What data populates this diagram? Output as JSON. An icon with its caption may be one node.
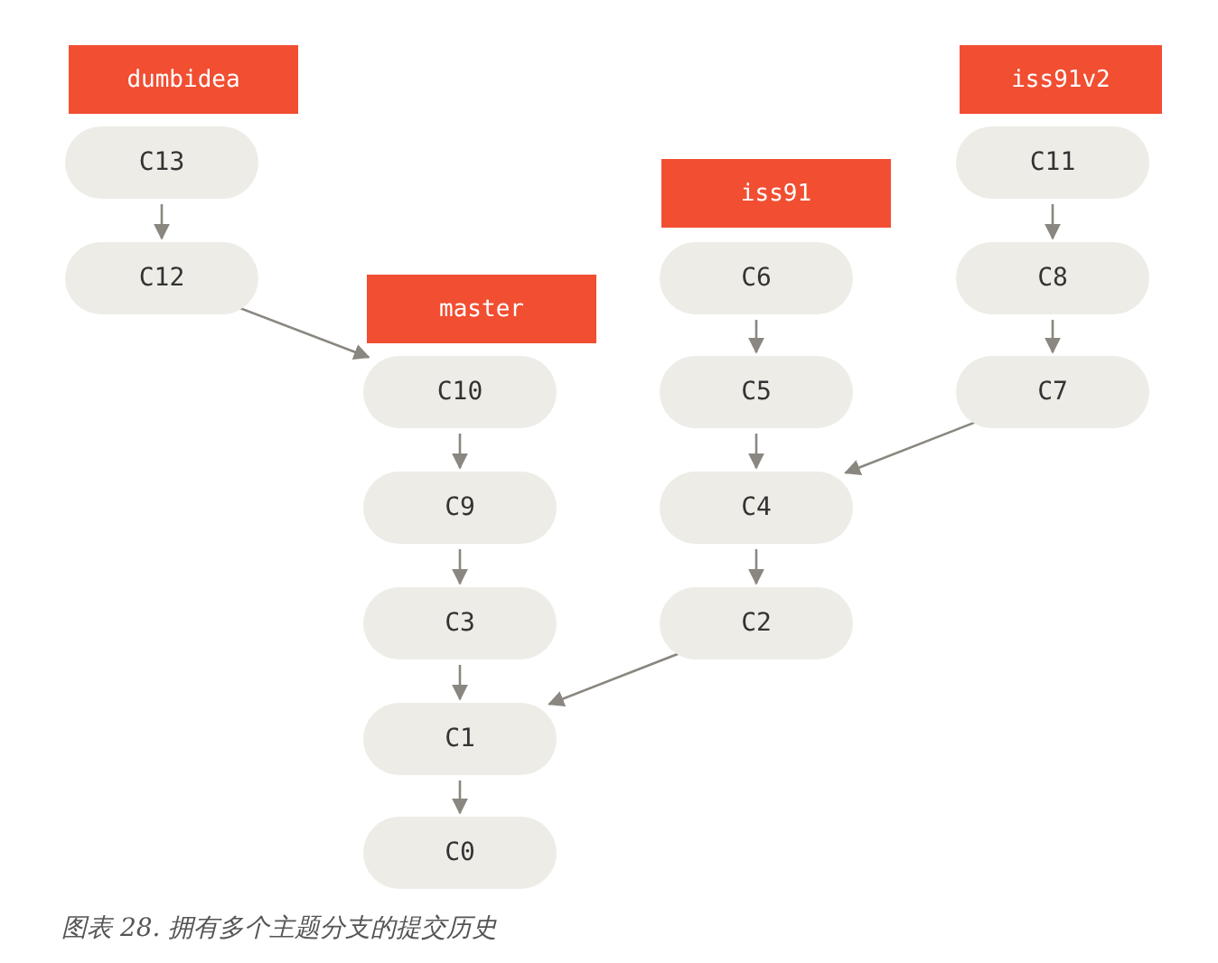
{
  "diagram": {
    "caption": "图表 28. 拥有多个主题分支的提交历史",
    "nodes": [
      {
        "text": [
          "dumbidea"
        ]
      },
      {
        "text": [
          "C13"
        ]
      },
      {
        "text": [
          "C12"
        ]
      },
      {
        "text": [
          "master"
        ]
      },
      {
        "text": [
          "C10"
        ]
      },
      {
        "text": [
          "C9"
        ]
      },
      {
        "text": [
          "C3"
        ]
      },
      {
        "text": [
          "C1"
        ]
      },
      {
        "text": [
          "C0"
        ]
      },
      {
        "text": [
          "iss91"
        ]
      },
      {
        "text": [
          "C6"
        ]
      },
      {
        "text": [
          "C5"
        ]
      },
      {
        "text": [
          "C4"
        ]
      },
      {
        "text": [
          "C2"
        ]
      },
      {
        "text": [
          "iss91v2"
        ]
      },
      {
        "text": [
          "C11"
        ]
      },
      {
        "text": [
          "C8"
        ]
      },
      {
        "text": [
          "C7"
        ]
      }
    ],
    "edges": [
      {
        "from": 1,
        "to": 2,
        "arrow": "to"
      },
      {
        "from": 2,
        "to": 4,
        "arrow": "to"
      },
      {
        "from": 4,
        "to": 5,
        "arrow": "to"
      },
      {
        "from": 5,
        "to": 6,
        "arrow": "to"
      },
      {
        "from": 6,
        "to": 7,
        "arrow": "to"
      },
      {
        "from": 7,
        "to": 8,
        "arrow": "to"
      },
      {
        "from": 10,
        "to": 11,
        "arrow": "to"
      },
      {
        "from": 11,
        "to": 12,
        "arrow": "to"
      },
      {
        "from": 12,
        "to": 13,
        "arrow": "to"
      },
      {
        "from": 13,
        "to": 7,
        "arrow": "to"
      },
      {
        "from": 15,
        "to": 16,
        "arrow": "to"
      },
      {
        "from": 16,
        "to": 17,
        "arrow": "to"
      },
      {
        "from": 17,
        "to": 12,
        "arrow": "to"
      }
    ]
  }
}
